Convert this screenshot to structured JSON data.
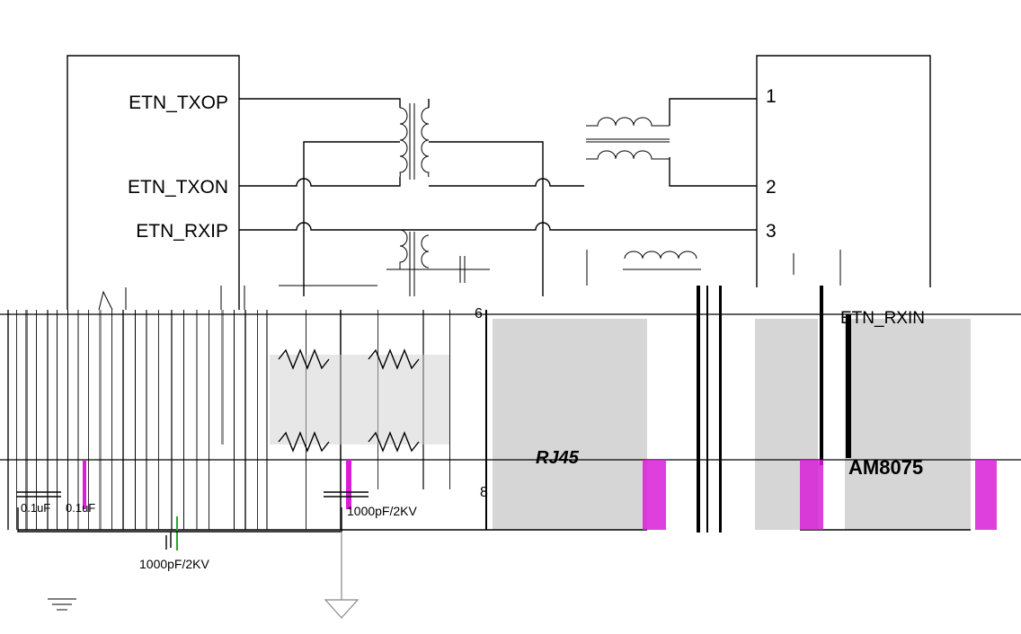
{
  "diagram": {
    "left_chip": {
      "pins": [
        {
          "label": "ETN_TXOP"
        },
        {
          "label": "ETN_TXON"
        },
        {
          "label": "ETN_RXIP"
        }
      ]
    },
    "right_connector": {
      "pins": [
        {
          "number": "1"
        },
        {
          "number": "2"
        },
        {
          "number": "3"
        },
        {
          "number": "6"
        },
        {
          "number": "8"
        }
      ],
      "partial_net_label": "ETN_RXIN",
      "connector_label": "RJ45",
      "part_label": "AM8075"
    },
    "capacitors": [
      {
        "label": "0.1uF"
      },
      {
        "label": "0.1uF"
      },
      {
        "label": "1000pF/2KV"
      },
      {
        "label": "1000pF/2KV"
      }
    ],
    "colors": {
      "line": "#000000",
      "background": "#ffffff",
      "artifact_magenta": "#d81fd8",
      "artifact_gray": "#9a9a9a"
    },
    "symbols": [
      "ground-symbol",
      "chassis-ground-symbol",
      "transformer-symbol",
      "resistor-symbol",
      "capacitor-symbol"
    ]
  }
}
